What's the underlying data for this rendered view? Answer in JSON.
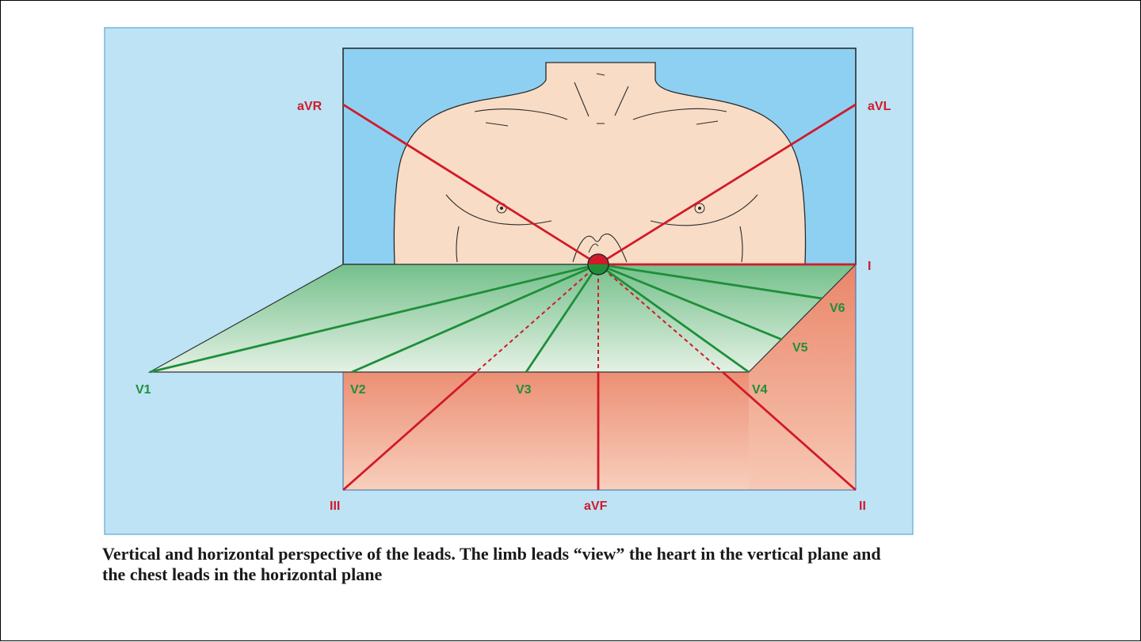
{
  "figure": {
    "leads": {
      "aVR": "aVR",
      "aVL": "aVL",
      "I": "I",
      "II": "II",
      "III": "III",
      "aVF": "aVF",
      "V1": "V1",
      "V2": "V2",
      "V3": "V3",
      "V4": "V4",
      "V5": "V5",
      "V6": "V6"
    },
    "colors": {
      "limb_lead": "#d11a2a",
      "chest_lead": "#1f8f3a",
      "outer_panel": "#bde3f5",
      "sky": "#8ed0f2",
      "skin": "#f8dcc5"
    },
    "caption": "Vertical and horizontal perspective of the leads. The limb leads “view” the heart in the vertical plane and the chest leads in the horizontal plane"
  }
}
